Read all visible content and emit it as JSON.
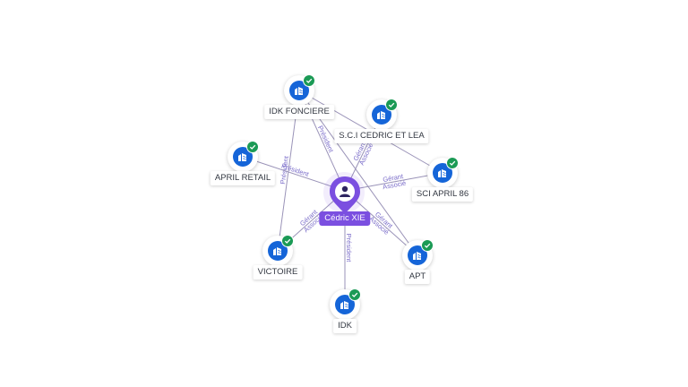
{
  "center": {
    "name": "Cédric XIE"
  },
  "colors": {
    "accent": "#7b4fe0",
    "company": "#1565d8",
    "verified": "#1b9a55",
    "edge": "#9a93b8"
  },
  "companies": [
    {
      "id": "idk-fonciere",
      "name": "IDK FONCIERE",
      "icon": "building-icon",
      "verified": true
    },
    {
      "id": "sci-cedric-lea",
      "name": "S.C.I CEDRIC ET LEA",
      "icon": "building-icon",
      "verified": true
    },
    {
      "id": "april-retail",
      "name": "APRIL RETAIL",
      "icon": "building-icon",
      "verified": true
    },
    {
      "id": "sci-april-86",
      "name": "SCI APRIL 86",
      "icon": "building-icon",
      "verified": true
    },
    {
      "id": "victoire",
      "name": "VICTOIRE",
      "icon": "building-icon",
      "verified": true
    },
    {
      "id": "apt",
      "name": "APT",
      "icon": "building-icon",
      "verified": true
    },
    {
      "id": "idk",
      "name": "IDK",
      "icon": "building-icon",
      "verified": true
    }
  ],
  "roles": {
    "idk-fonciere": "Président",
    "sci-cedric-lea": "Gérant Associé",
    "april-retail": "Président",
    "sci-april-86": "Gérant Associé",
    "victoire": "Gérant Associé",
    "apt": "Gérant Associé",
    "idk": "Président"
  },
  "secondary_edges": [
    {
      "from": "idk-fonciere",
      "to": "sci-april-86",
      "label": ""
    },
    {
      "from": "idk-fonciere",
      "to": "victoire",
      "label": "Président"
    },
    {
      "from": "idk-fonciere",
      "to": "apt",
      "label": ""
    }
  ]
}
